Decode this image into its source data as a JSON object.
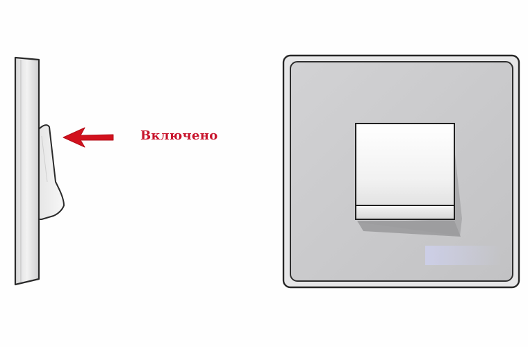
{
  "annotation": {
    "state_label": "Включено",
    "arrow_color": "#d2111d",
    "label_color": "#c8142c"
  },
  "colors": {
    "panel_frame": "#2c2c2c",
    "panel_fill": "#c8c8ca",
    "key_fill": "#f4f4f4",
    "shadow": "#9a9a9c"
  },
  "icons": {
    "side_view": "switch-side-view",
    "front_view": "switch-front-view",
    "arrow": "arrow-left-icon"
  }
}
